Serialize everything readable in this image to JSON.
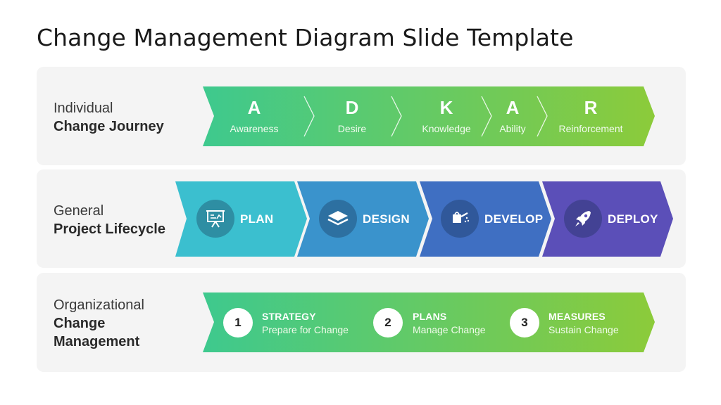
{
  "title": "Change Management Diagram Slide Template",
  "rows": [
    {
      "light": "Individual",
      "bold": "Change Journey"
    },
    {
      "light": "General",
      "bold": "Project Lifecycle"
    },
    {
      "light": "Organizational",
      "bold": "Change Management"
    }
  ],
  "adkar": [
    {
      "letter": "A",
      "word": "Awareness"
    },
    {
      "letter": "D",
      "word": "Desire"
    },
    {
      "letter": "K",
      "word": "Knowledge"
    },
    {
      "letter": "A",
      "word": "Ability"
    },
    {
      "letter": "R",
      "word": "Reinforcement"
    }
  ],
  "lifecycle": [
    {
      "label": "PLAN",
      "icon": "presentation-board-icon",
      "color": "#3bbfcf"
    },
    {
      "label": "DESIGN",
      "icon": "layers-icon",
      "color": "#3a93cc"
    },
    {
      "label": "DEVELOP",
      "icon": "watering-can-icon",
      "color": "#3f6fc2"
    },
    {
      "label": "DEPLOY",
      "icon": "rocket-icon",
      "color": "#5b4fb8"
    }
  ],
  "org": [
    {
      "num": "1",
      "head": "STRATEGY",
      "sub": "Prepare for Change"
    },
    {
      "num": "2",
      "head": "PLANS",
      "sub": "Manage Change"
    },
    {
      "num": "3",
      "head": "MEASURES",
      "sub": "Sustain Change"
    }
  ],
  "colors": {
    "gradient_start": "#3ec98e",
    "gradient_end": "#8ccb3a",
    "panel_bg": "#f4f4f4"
  }
}
